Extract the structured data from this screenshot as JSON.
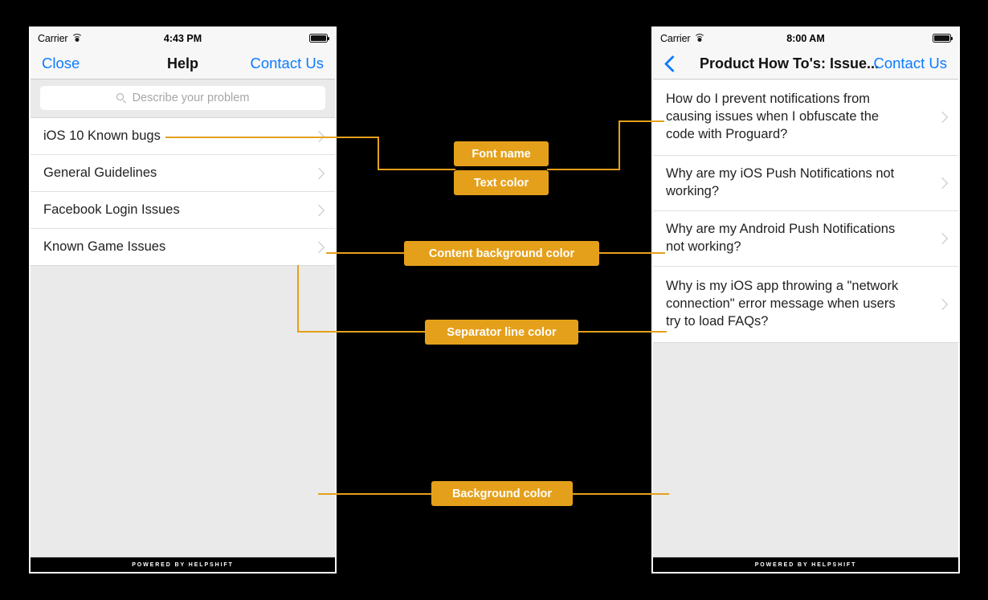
{
  "annotations": {
    "font_name": "Font name",
    "text_color": "Text color",
    "content_background_color": "Content background color",
    "separator_line_color": "Separator line color",
    "background_color": "Background color",
    "accent_color": "#e5a01b",
    "label_text_color": "#ffffff"
  },
  "colors": {
    "content_background": "#ffffff",
    "screen_background": "#eaeaea",
    "separator_line": "#e0e0e0",
    "tint_blue": "#0b7bff",
    "text_primary": "#222222",
    "footer_background": "#000000",
    "page_background": "#000000"
  },
  "left_phone": {
    "status_bar": {
      "carrier": "Carrier",
      "wifi_icon": "wifi-icon",
      "time": "4:43 PM",
      "battery_icon": "battery-full-icon"
    },
    "nav": {
      "left_button": "Close",
      "title": "Help",
      "right_button": "Contact Us"
    },
    "search": {
      "icon": "search-icon",
      "placeholder": "Describe your problem",
      "value": ""
    },
    "sections": [
      {
        "label": "iOS 10 Known bugs",
        "chevron": "chevron-right-icon"
      },
      {
        "label": "General Guidelines",
        "chevron": "chevron-right-icon"
      },
      {
        "label": "Facebook Login Issues",
        "chevron": "chevron-right-icon"
      },
      {
        "label": "Known Game Issues",
        "chevron": "chevron-right-icon"
      }
    ],
    "footer": "POWERED BY HELPSHIFT"
  },
  "right_phone": {
    "status_bar": {
      "carrier": "Carrier",
      "wifi_icon": "wifi-icon",
      "time": "8:00 AM",
      "battery_icon": "battery-full-icon"
    },
    "nav": {
      "back_icon": "back-chevron-icon",
      "title": "Product How To's: Issue...",
      "right_button": "Contact Us"
    },
    "faqs": [
      {
        "label": "How do I prevent notifications from causing issues when I obfuscate the code with Proguard?",
        "chevron": "chevron-right-icon"
      },
      {
        "label": "Why are my iOS Push Notifications not working?",
        "chevron": "chevron-right-icon"
      },
      {
        "label": "Why are my Android Push Notifications not working?",
        "chevron": "chevron-right-icon"
      },
      {
        "label": "Why is my iOS app throwing a \"network connection\" error message when users try to load FAQs?",
        "chevron": "chevron-right-icon"
      }
    ],
    "footer": "POWERED BY HELPSHIFT"
  }
}
